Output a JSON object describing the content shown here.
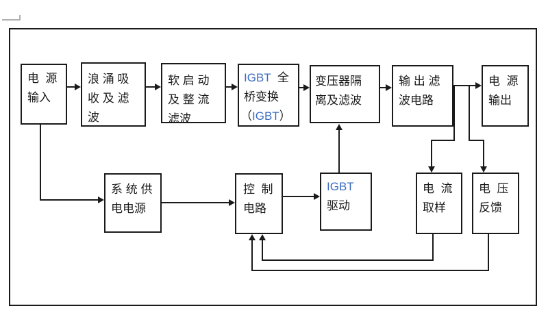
{
  "colors": {
    "background": "#ffffff",
    "line": "#1a1a1a",
    "igbt_text": "#3b6cc0",
    "stray_mark": "#b0b0b0"
  },
  "blocks": {
    "power_input": {
      "line1": "电  源",
      "line2": "输入"
    },
    "surge_filter": {
      "line1": "浪 涌 吸",
      "line2": "收 及 滤",
      "line3": "波"
    },
    "soft_start": {
      "line1": "软 启 动",
      "line2": "及 整 流",
      "line3": "滤波"
    },
    "igbt_bridge": {
      "line1_igbt": "IGBT",
      "line1_rest": "  全",
      "line2": "桥变换",
      "line3_open": "（",
      "line3_igbt": "IGBT",
      "line3_close": "）"
    },
    "transformer": {
      "line1": "变压器隔",
      "line2": "离及滤波"
    },
    "output_filter": {
      "line1": "输 出 滤",
      "line2": "波电路"
    },
    "power_output": {
      "line1": "电  源",
      "line2": "输出"
    },
    "system_power": {
      "line1": "系 统 供",
      "line2": "电电源"
    },
    "control_circuit": {
      "line1": "控  制",
      "line2": "电路"
    },
    "igbt_driver": {
      "line1_igbt": "IGBT",
      "line2": "驱动"
    },
    "current_sampling": {
      "line1": "电  流",
      "line2": "取样"
    },
    "voltage_feedback": {
      "line1": "电  压",
      "line2": "反馈"
    }
  }
}
